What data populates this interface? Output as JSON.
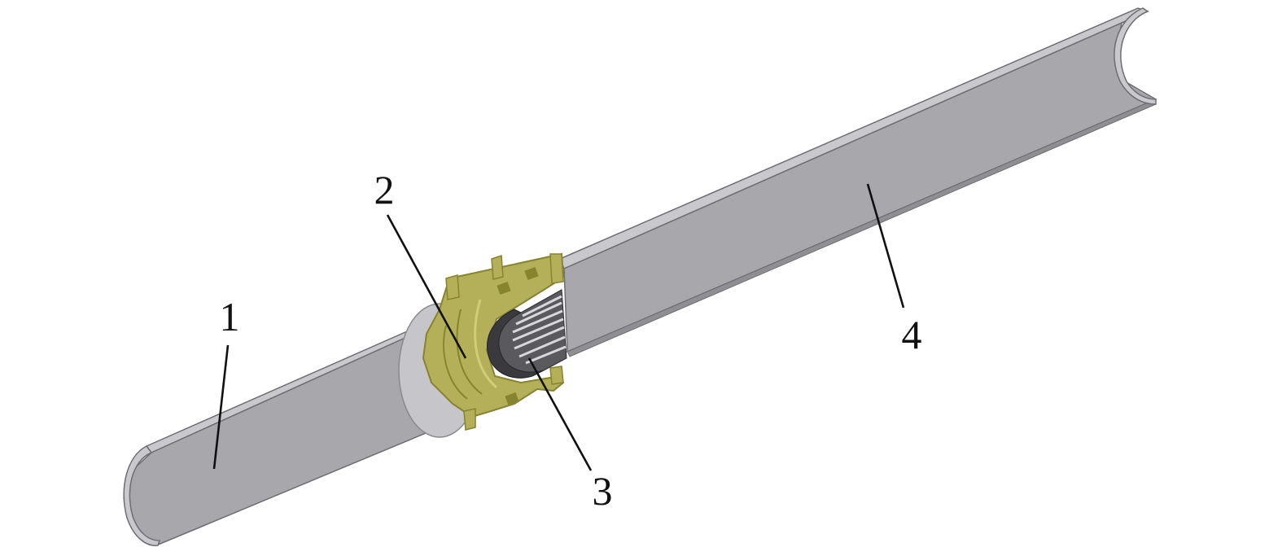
{
  "callouts": [
    {
      "label": "1"
    },
    {
      "label": "2"
    },
    {
      "label": "3"
    },
    {
      "label": "4"
    }
  ],
  "colors": {
    "background": "#ffffff",
    "pipe_body": "#a8a8ac",
    "pipe_wall": "#c9c9cd",
    "pipe_edge": "#6e6e72",
    "pipe_inner": "#bfbfc3",
    "coupling": "#b4b05a",
    "coupling_dark": "#86842e",
    "coupling_light": "#d0cc7a",
    "bearing": "#3a3a3e",
    "bearing_light": "#d8d8dc",
    "text": "#111111"
  }
}
